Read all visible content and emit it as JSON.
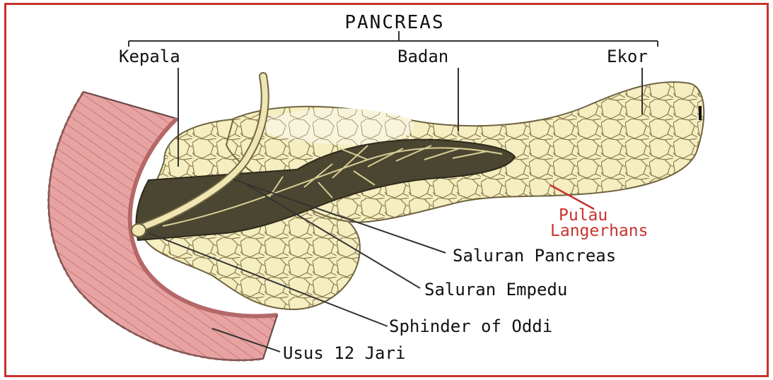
{
  "colors": {
    "frame": "#c8322d",
    "tissue": "#f4eec0",
    "lobule_stroke": "#8a7a4e",
    "duct": "#4b4631",
    "intestine": "#e7a3a2",
    "intestine_dark": "#b46867",
    "red_label": "#c8322d"
  },
  "labels": {
    "title": "PANCREAS",
    "head": "Kepala",
    "body": "Badan",
    "tail": "Ekor",
    "islets_line1": "Pulau",
    "islets_line2": "Langerhans",
    "pancreatic_duct": "Saluran Pancreas",
    "bile_duct": "Saluran Empedu",
    "sphincter": "Sphinder of Oddi",
    "duodenum": "Usus 12 Jari"
  }
}
